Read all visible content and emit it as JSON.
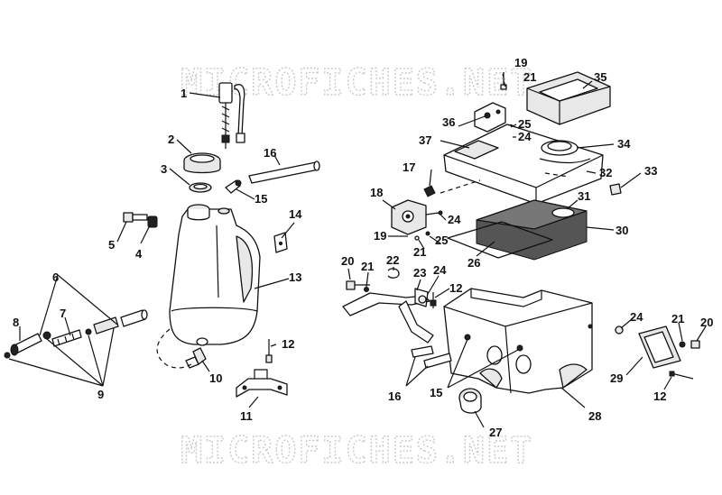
{
  "watermark": {
    "top": "MICROFICHES.NET",
    "bottom": "MICROFICHES.NET"
  },
  "callouts": {
    "c1": "1",
    "c2": "2",
    "c3": "3",
    "c4": "4",
    "c5": "5",
    "c6": "6",
    "c7": "7",
    "c8": "8",
    "c9": "9",
    "c10": "10",
    "c11": "11",
    "c12a": "12",
    "c12b": "12",
    "c12c": "12",
    "c13": "13",
    "c14": "14",
    "c15a": "15",
    "c15b": "15",
    "c16a": "16",
    "c16b": "16",
    "c17": "17",
    "c18": "18",
    "c19a": "19",
    "c19b": "19",
    "c20a": "20",
    "c20b": "20",
    "c21a": "21",
    "c21b": "21",
    "c21c": "21",
    "c21d": "21",
    "c22": "22",
    "c23": "23",
    "c24a": "24",
    "c24b": "24",
    "c24c": "24",
    "c24d": "24",
    "c25a": "25",
    "c25b": "25",
    "c26": "26",
    "c27": "27",
    "c28": "28",
    "c29": "29",
    "c30": "30",
    "c31": "31",
    "c32": "32",
    "c33": "33",
    "c34": "34",
    "c35": "35",
    "c36": "36",
    "c37": "37"
  }
}
